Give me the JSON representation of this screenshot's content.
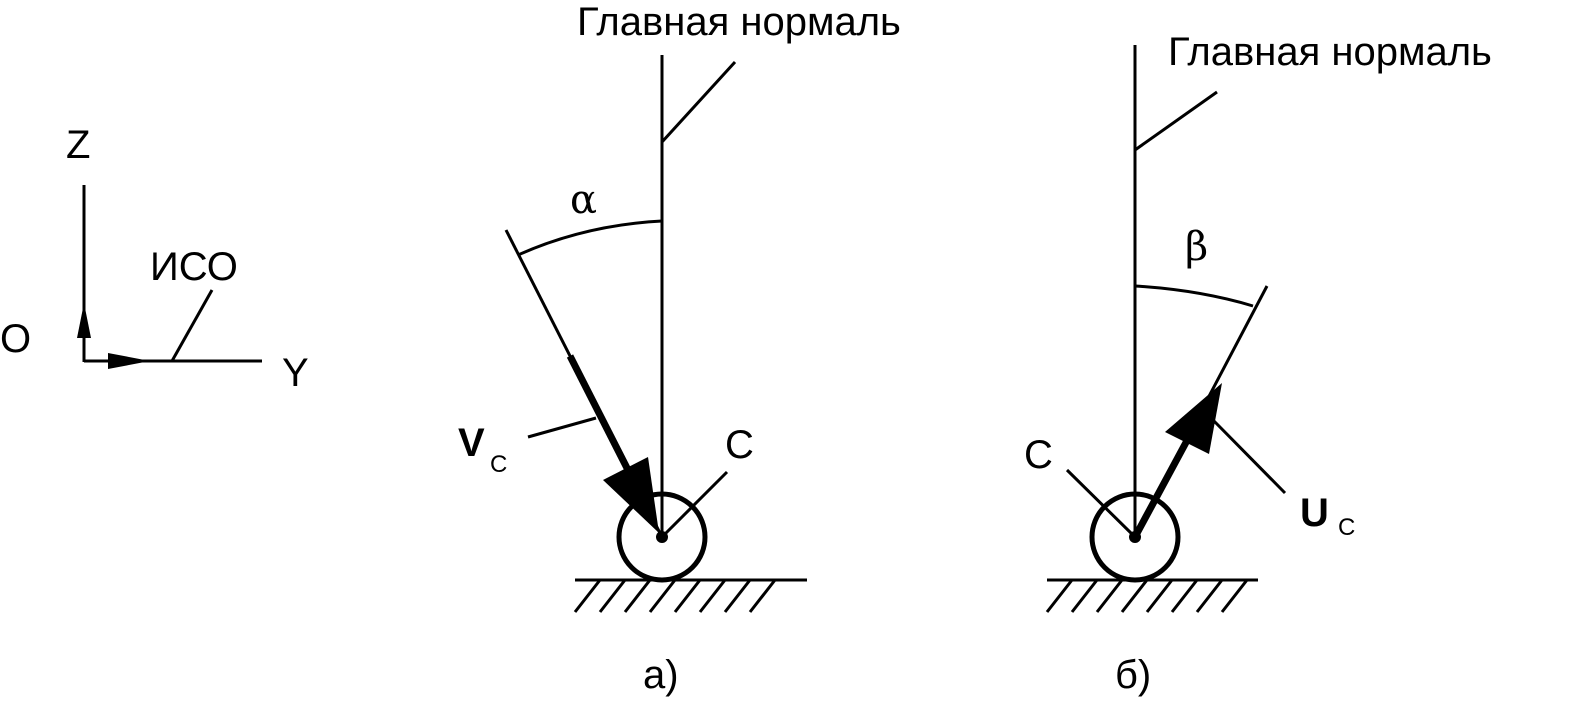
{
  "axes": {
    "z_label": "Z",
    "y_label": "Y",
    "origin_label": "O",
    "frame_label": "ИСО"
  },
  "panel_a": {
    "normal_label": "Главная нормаль",
    "angle_label": "α",
    "vector_label": "V",
    "vector_subscript": "C",
    "point_label": "C",
    "caption": "а)"
  },
  "panel_b": {
    "normal_label": "Главная нормаль",
    "angle_label": "β",
    "vector_label": "U",
    "vector_subscript": "C",
    "point_label": "C",
    "caption": "б)"
  }
}
